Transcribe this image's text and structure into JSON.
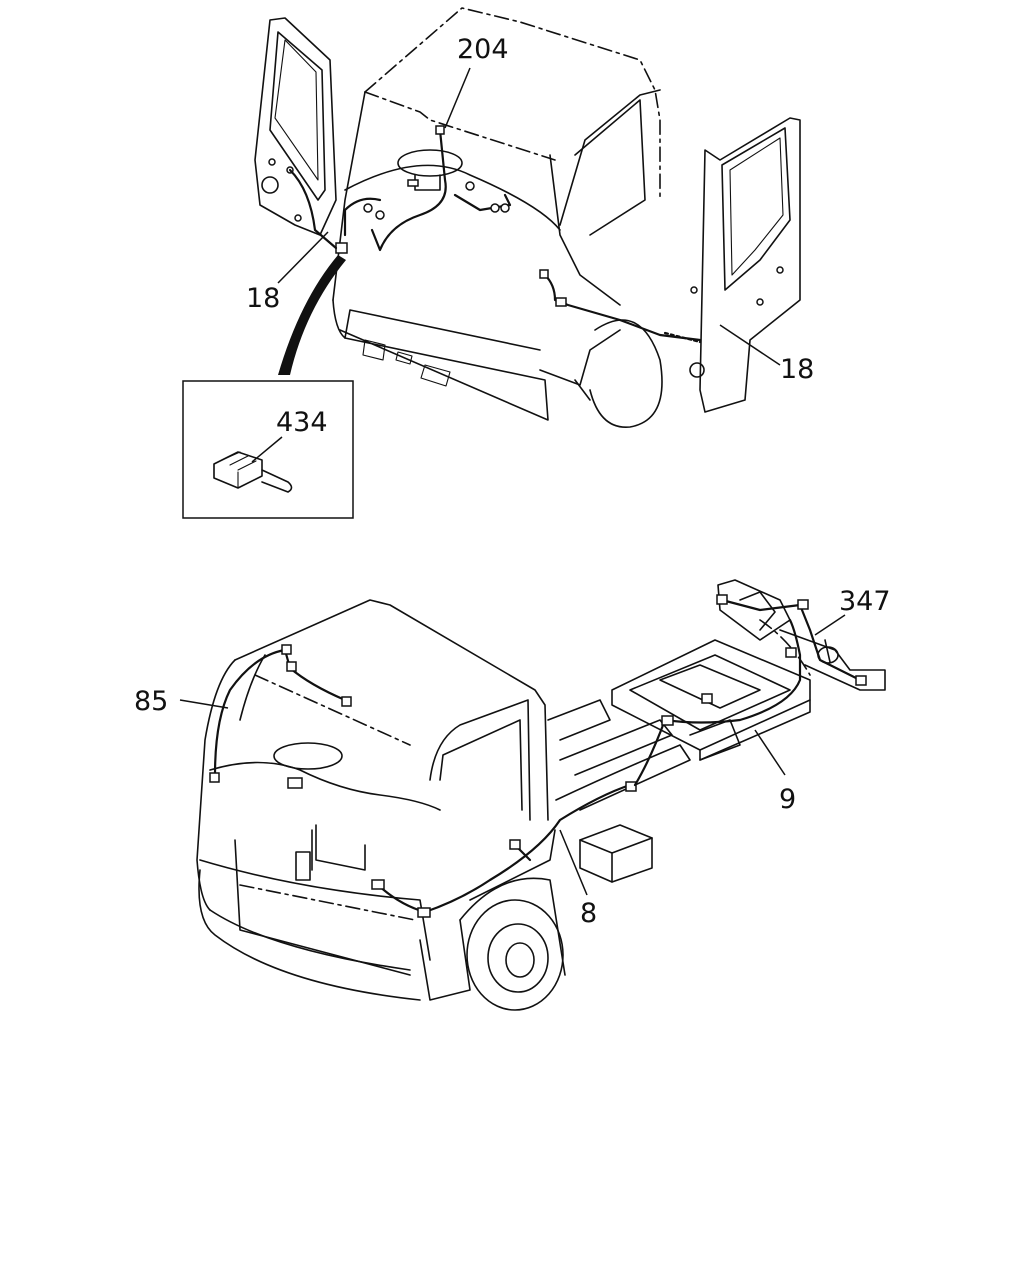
{
  "callouts": {
    "c204": "204",
    "c18_left": "18",
    "c18_right": "18",
    "c434": "434",
    "c347": "347",
    "c85": "85",
    "c9": "9",
    "c8": "8"
  }
}
